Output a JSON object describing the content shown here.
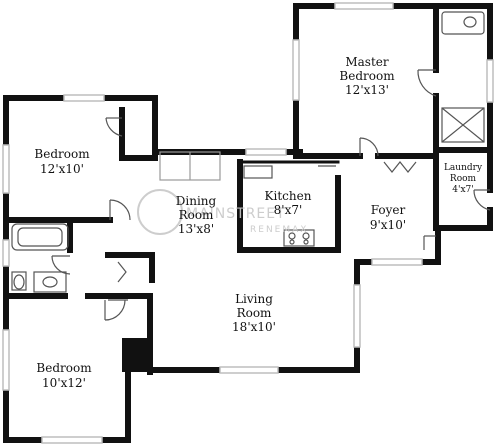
{
  "colors": {
    "wall": "#111111",
    "window": "#bdbdbd",
    "fixture": "#555555",
    "watermark": "#c8c8c8"
  },
  "rooms": {
    "master_bedroom": {
      "name_line1": "Master",
      "name_line2": "Bedroom",
      "dims": "12'x13'"
    },
    "bedroom_upper": {
      "name": "Bedroom",
      "dims": "12'x10'"
    },
    "dining": {
      "name_line1": "Dining",
      "name_line2": "Room",
      "dims": "13'x8'"
    },
    "kitchen": {
      "name": "Kitchen",
      "dims": "8'x7'"
    },
    "laundry": {
      "name_line1": "Laundry",
      "name_line2": "Room",
      "dims": "4'x7'"
    },
    "foyer": {
      "name": "Foyer",
      "dims": "9'x10'"
    },
    "living": {
      "name_line1": "Living",
      "name_line2": "Room",
      "dims": "18'x10'"
    },
    "bedroom_lower": {
      "name": "Bedroom",
      "dims": "10'x12'"
    }
  },
  "watermark": {
    "brand": "MAINSTREET",
    "tag": "RENEMAX"
  }
}
